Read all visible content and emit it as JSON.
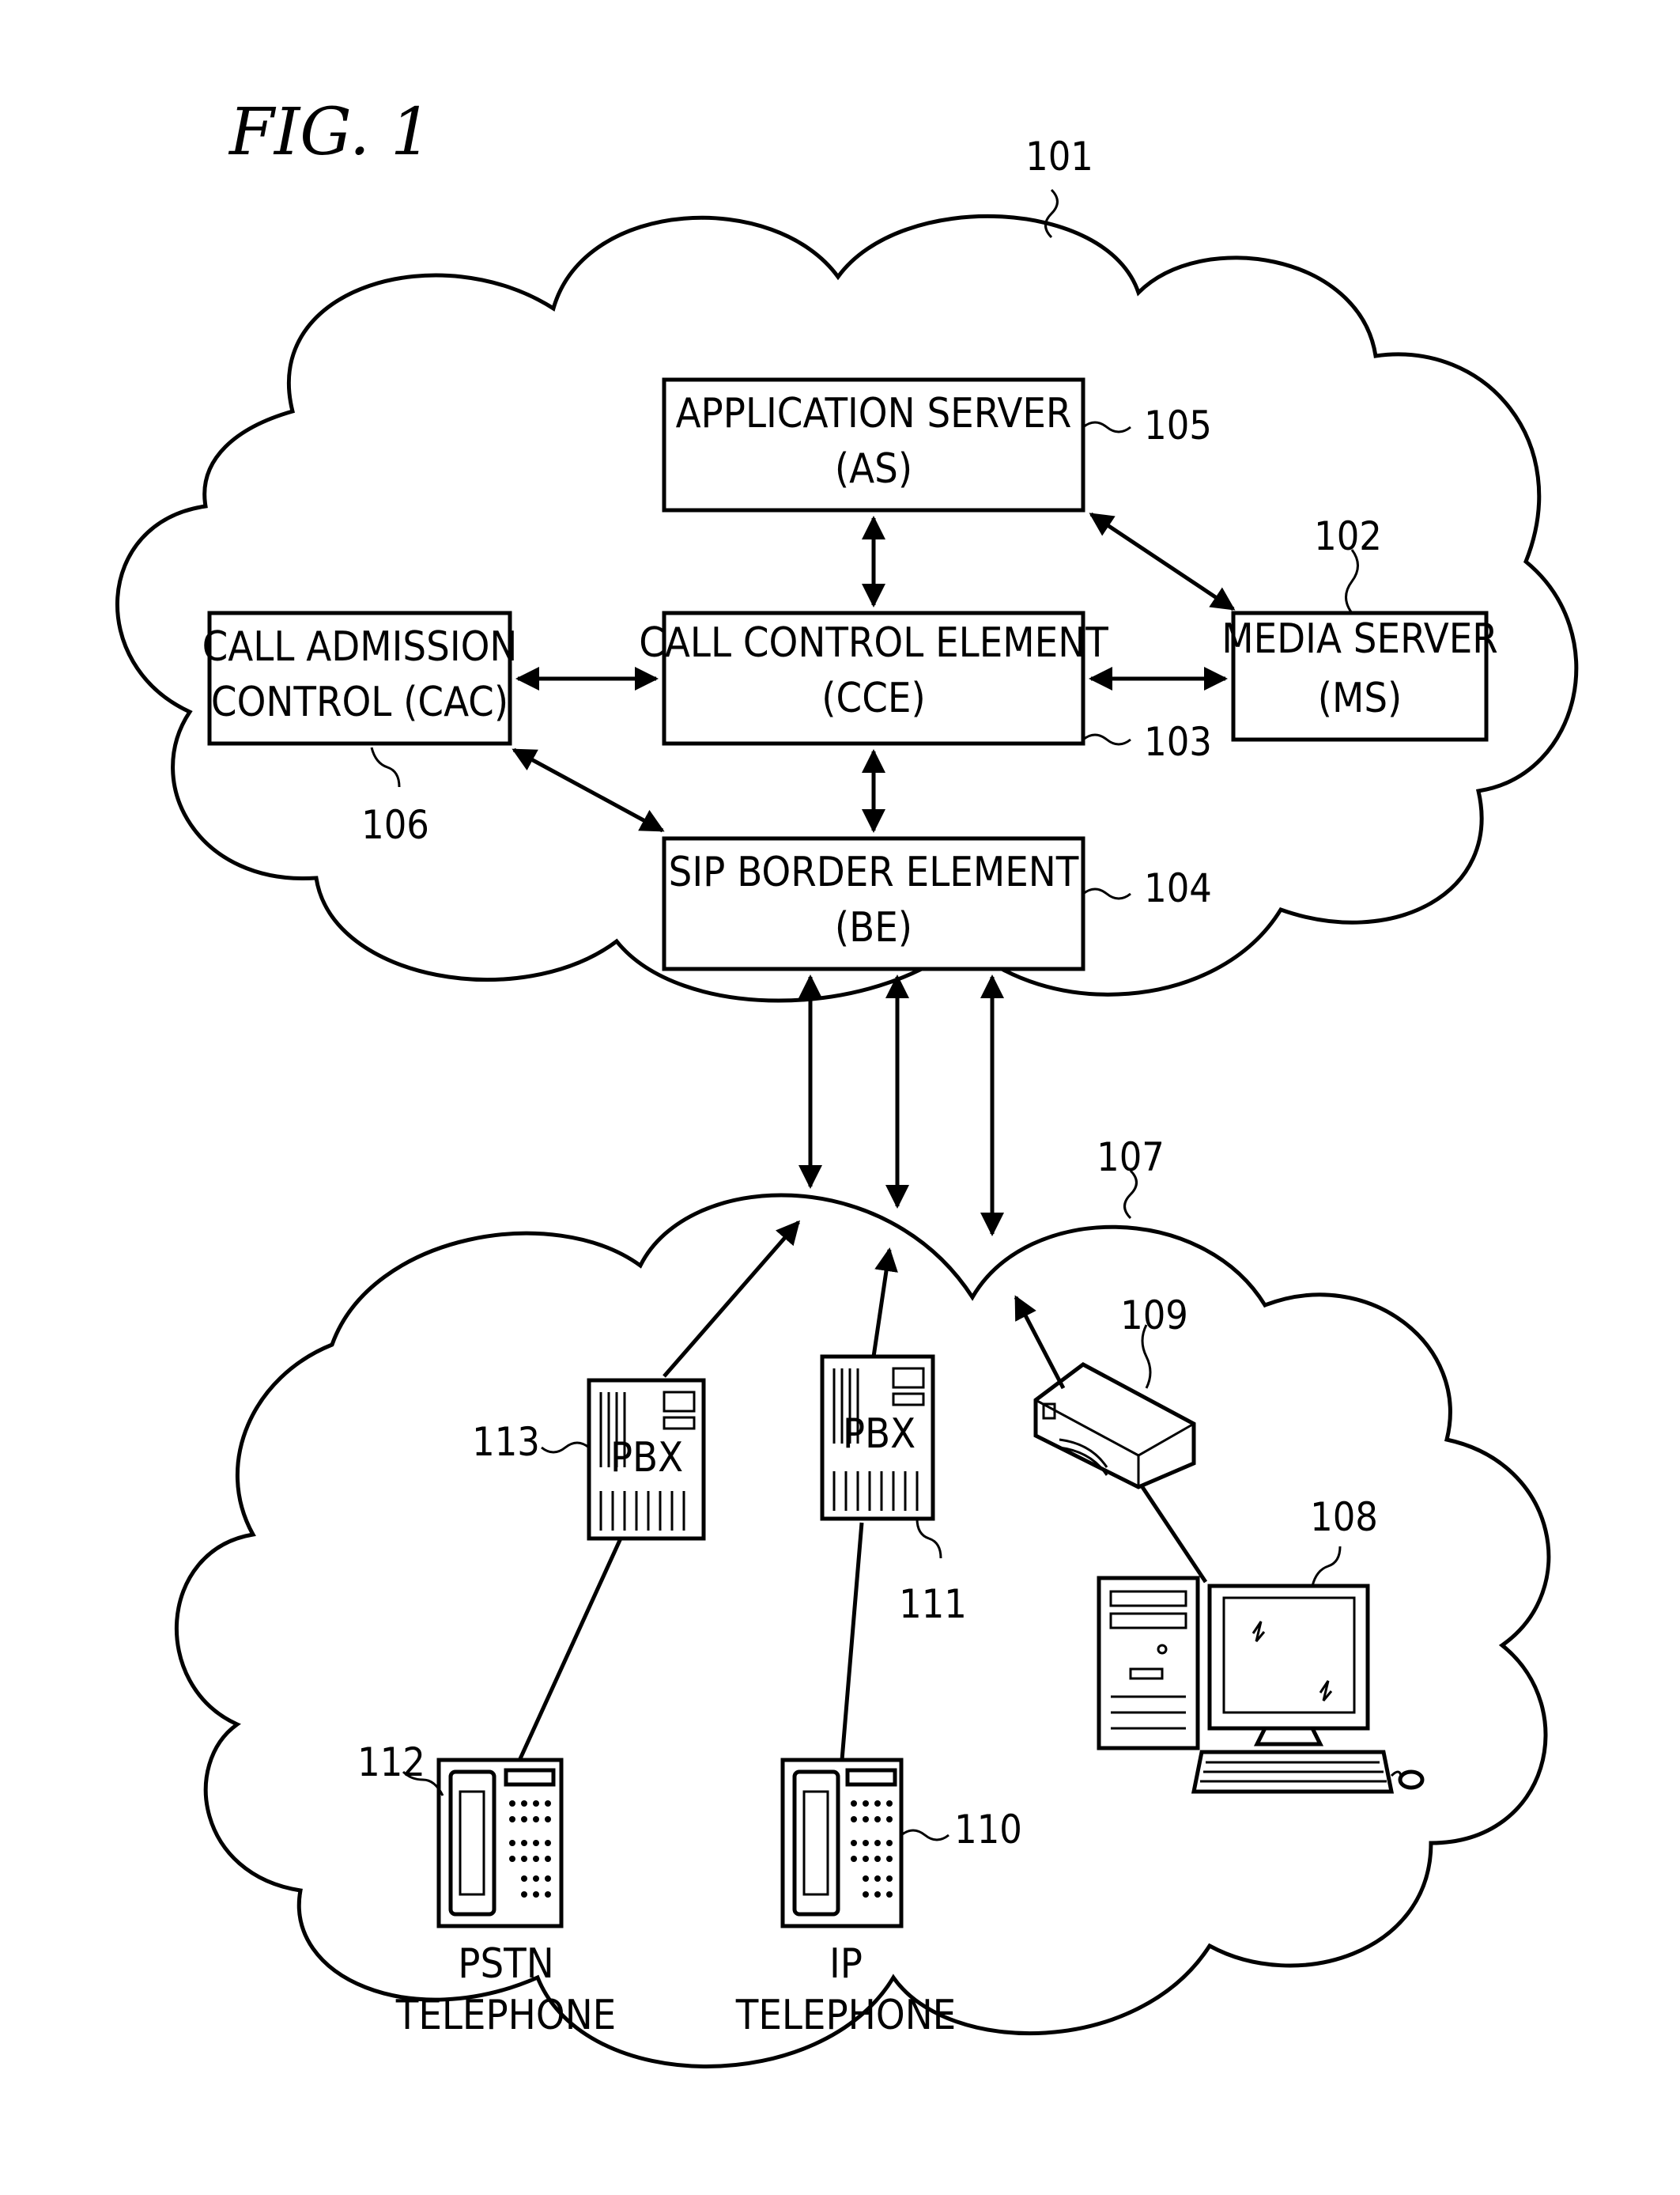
{
  "figure": {
    "title": "FIG. 1"
  },
  "network_core": {
    "ref": "101",
    "application_server": {
      "line1": "APPLICATION SERVER",
      "line2": "(AS)",
      "ref": "105"
    },
    "media_server": {
      "line1": "MEDIA SERVER",
      "line2": "(MS)",
      "ref": "102"
    },
    "call_control_element": {
      "line1": "CALL CONTROL ELEMENT",
      "line2": "(CCE)",
      "ref": "103"
    },
    "call_admission_control": {
      "line1": "CALL ADMISSION",
      "line2": "CONTROL (CAC)",
      "ref": "106"
    },
    "sip_border_element": {
      "line1": "SIP BORDER ELEMENT",
      "line2": "(BE)",
      "ref": "104"
    }
  },
  "access_network": {
    "ref": "107",
    "pbx_left": {
      "label": "PBX",
      "ref": "113"
    },
    "pbx_right": {
      "label": "PBX",
      "ref": "111"
    },
    "router": {
      "ref": "109"
    },
    "computer": {
      "ref": "108"
    },
    "pstn_phone": {
      "line1": "PSTN",
      "line2": "TELEPHONE",
      "ref": "112"
    },
    "ip_phone": {
      "line1": "IP",
      "line2": "TELEPHONE",
      "ref": "110"
    }
  }
}
